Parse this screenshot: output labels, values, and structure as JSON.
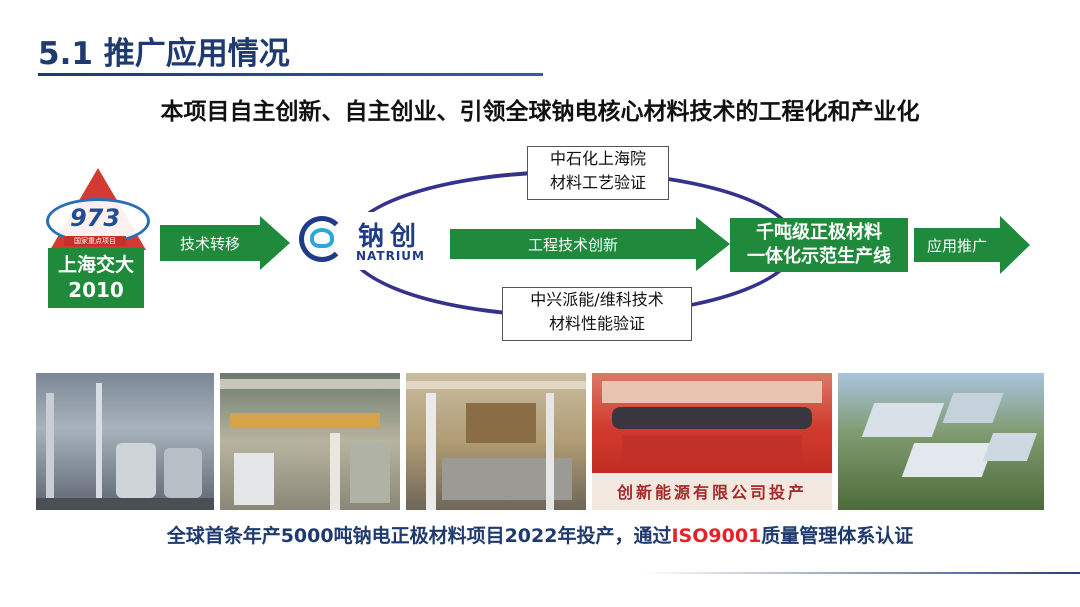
{
  "header": {
    "title": "5.1 推广应用情况",
    "subtitle": "本项目自主创新、自主创业、引领全球钠电核心材料技术的工程化和产业化"
  },
  "origin": {
    "logo_number": "973",
    "logo_small": "国家重点项目",
    "name": "上海交大",
    "year": "2010"
  },
  "flow": {
    "arrow1": "技术转移",
    "brand_cn": "钠创",
    "brand_en": "NATRIUM",
    "center_arrow": "工程技术创新",
    "top_box": [
      "中石化上海院",
      "材料工艺验证"
    ],
    "bottom_box": [
      "中兴派能/维科技术",
      "材料性能验证"
    ],
    "result_box": [
      "千吨级正极材料",
      "一体化示范生产线"
    ],
    "arrow_last": "应用推广"
  },
  "photos": [
    {
      "id": "photo-plant-interior"
    },
    {
      "id": "photo-production-line"
    },
    {
      "id": "photo-reactor-hall"
    },
    {
      "id": "photo-launch-ceremony",
      "banner": "创新能源有限公司投产"
    },
    {
      "id": "photo-factory-aerial"
    }
  ],
  "footer": {
    "caption_before": "全球首条年产5000吨钠电正极材料项目2022年投产，通过",
    "caption_highlight": "ISO9001",
    "caption_after": "质量管理体系认证"
  },
  "colors": {
    "title_blue": "#1f3a6e",
    "arrow_green": "#1f8a3b",
    "cycle_navy": "#35318d",
    "highlight_red": "#e8202a"
  }
}
